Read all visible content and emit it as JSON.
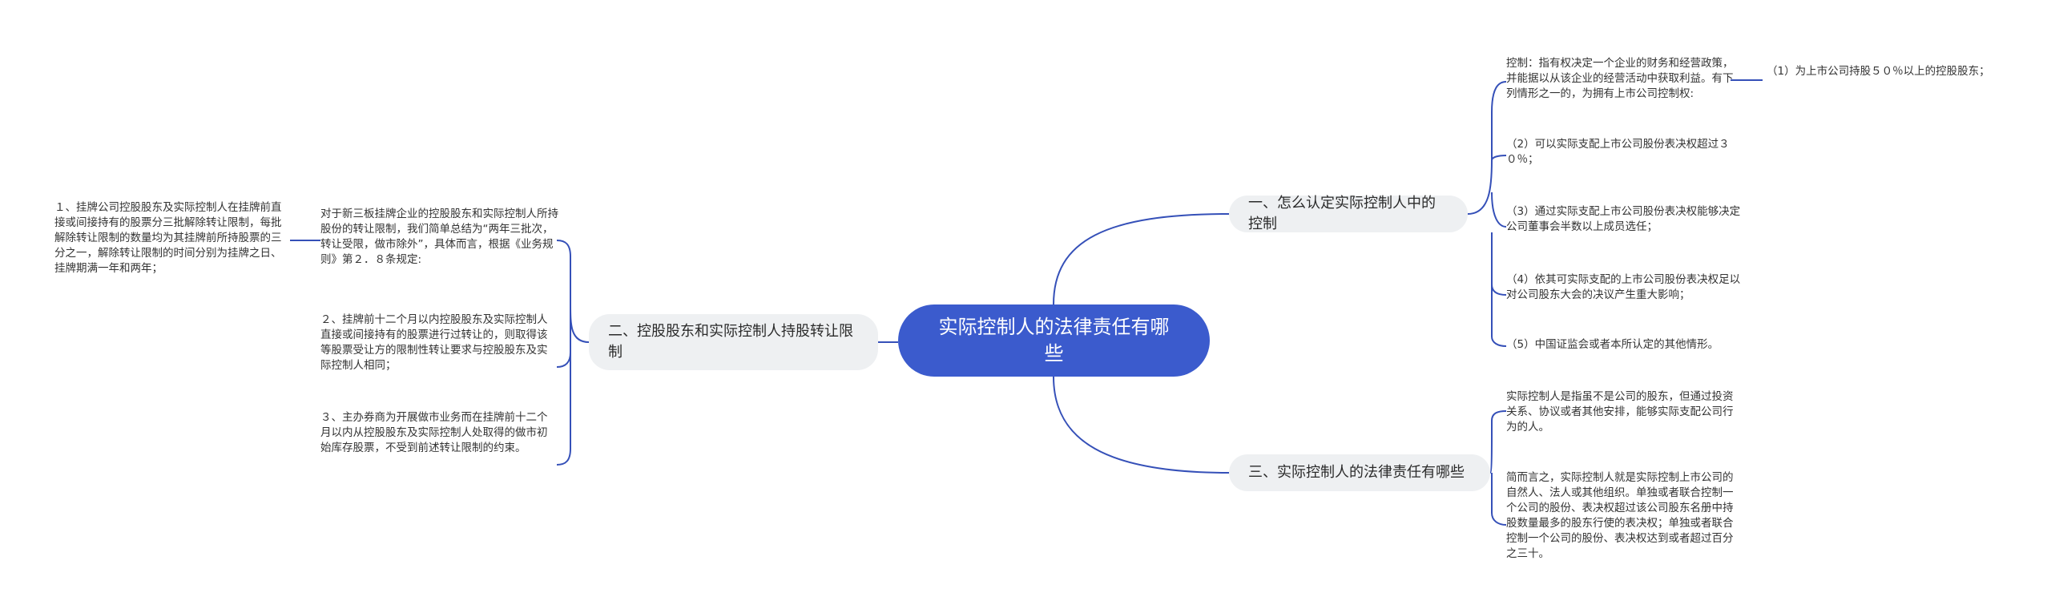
{
  "root": {
    "title": "实际控制人的法律责任有哪些"
  },
  "branches": [
    {
      "label": "一、怎么认定实际控制人中的控制",
      "leaves": [
        {
          "text": "控制：指有权决定一个企业的财务和经营政策，并能据以从该企业的经营活动中获取利益。有下列情形之一的，为拥有上市公司控制权:",
          "child": "（1）为上市公司持股５０％以上的控股股东；"
        },
        {
          "text": "（2）可以实际支配上市公司股份表决权超过３０％；"
        },
        {
          "text": "（3）通过实际支配上市公司股份表决权能够决定公司董事会半数以上成员选任；"
        },
        {
          "text": "（4）依其可实际支配的上市公司股份表决权足以对公司股东大会的决议产生重大影响；"
        },
        {
          "text": "（5）中国证监会或者本所认定的其他情形。"
        }
      ]
    },
    {
      "label": "二、控股股东和实际控制人持股转让限制",
      "leaves": [
        {
          "text": "对于新三板挂牌企业的控股股东和实际控制人所持股份的转让限制，我们简单总结为“两年三批次，转让受限，做市除外”，具体而言，根据《业务规则》第２．８条规定:",
          "child": "１、挂牌公司控股股东及实际控制人在挂牌前直接或间接持有的股票分三批解除转让限制，每批解除转让限制的数量均为其挂牌前所持股票的三分之一，解除转让限制的时间分别为挂牌之日、挂牌期满一年和两年；"
        },
        {
          "text": "２、挂牌前十二个月以内控股股东及实际控制人直接或间接持有的股票进行过转让的，则取得该等股票受让方的限制性转让要求与控股股东及实际控制人相同；"
        },
        {
          "text": "３、主办券商为开展做市业务而在挂牌前十二个月以内从控股股东及实际控制人处取得的做市初始库存股票，不受到前述转让限制的约束。"
        }
      ]
    },
    {
      "label": "三、实际控制人的法律责任有哪些",
      "leaves": [
        {
          "text": "实际控制人是指虽不是公司的股东，但通过投资关系、协议或者其他安排，能够实际支配公司行为的人。"
        },
        {
          "text": "简而言之，实际控制人就是实际控制上市公司的自然人、法人或其他组织。单独或者联合控制一个公司的股份、表决权超过该公司股东名册中持股数量最多的股东行使的表决权；单独或者联合控制一个公司的股份、表决权达到或者超过百分之三十。"
        }
      ]
    }
  ],
  "colors": {
    "root_fill": "#3b5bcd",
    "branch_fill": "#eef0f2",
    "link": "#3550b8"
  }
}
